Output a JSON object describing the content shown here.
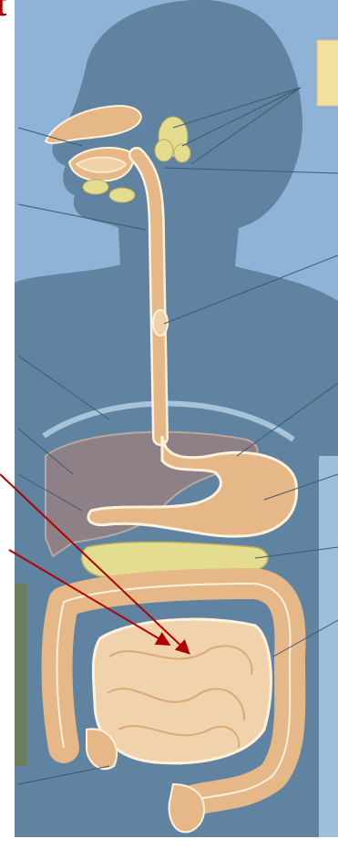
{
  "corner_letter": "t",
  "colors": {
    "background_panel": "#8fb3d6",
    "silhouette": "#5c7f9c",
    "digestive_tract": "#e6b787",
    "tract_outline": "#fff2dc",
    "liver": "#8a7f86",
    "pancreas": "#e4dc8e",
    "salivary_glands": "#e4dc8e",
    "leader_lines": "#40586c",
    "pointer_arrows": "#b00000",
    "label_box": "#f3dfa0"
  },
  "organs": [
    "salivary-glands",
    "mouth",
    "pharynx",
    "esophagus",
    "diaphragm",
    "liver",
    "stomach",
    "pancreas",
    "large-intestine",
    "small-intestine",
    "appendix",
    "rectum"
  ]
}
